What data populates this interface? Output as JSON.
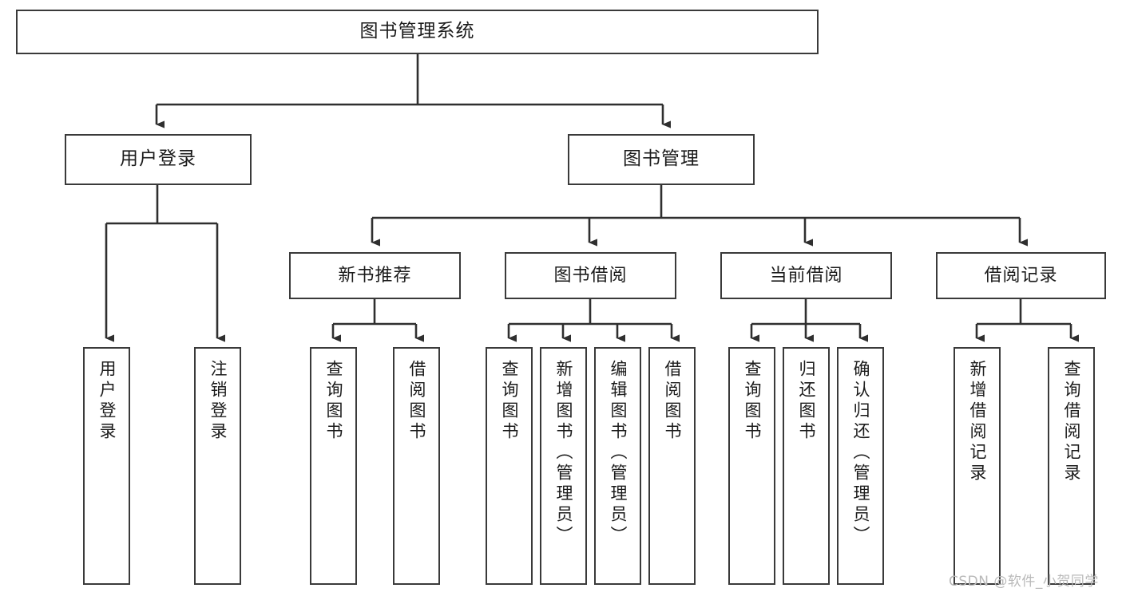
{
  "diagram": {
    "type": "tree-hierarchy",
    "title": "图书管理系统",
    "root": {
      "label": "图书管理系统"
    },
    "level2": [
      {
        "label": "用户登录"
      },
      {
        "label": "图书管理"
      }
    ],
    "level3": [
      {
        "label": "新书推荐"
      },
      {
        "label": "图书借阅"
      },
      {
        "label": "当前借阅"
      },
      {
        "label": "借阅记录"
      }
    ],
    "leaves": {
      "user_login": [
        "用户登录",
        "注销登录"
      ],
      "new_book_recommend": [
        "查询图书",
        "借阅图书"
      ],
      "book_borrow": [
        "查询图书",
        "新增图书（管理员）",
        "编辑图书（管理员）",
        "借阅图书"
      ],
      "current_borrow": [
        "查询图书",
        "归还图书",
        "确认归还（管理员）"
      ],
      "borrow_record": [
        "新增借阅记录",
        "查询借阅记录"
      ]
    },
    "colors": {
      "border": "#3a3a3a",
      "text": "#1b1b1b",
      "background": "#ffffff",
      "connector": "#2f2f2f",
      "watermark": "#b9b9b9"
    }
  },
  "watermark": {
    "text": "CSDN @软件_小贺同学"
  }
}
